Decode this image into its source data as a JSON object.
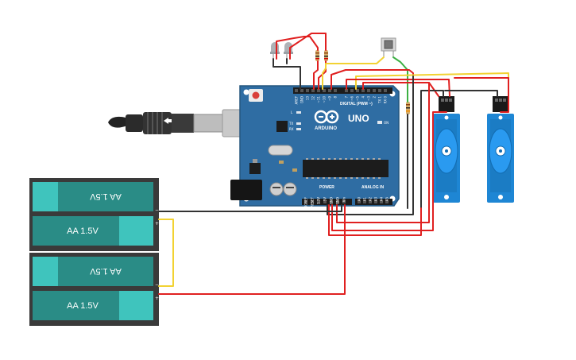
{
  "board": {
    "name": "UNO",
    "brand": "ARDUINO",
    "digital_header": "DIGITAL (PWM ~)",
    "analog_header": "ANALOG IN",
    "power_header": "POWER",
    "on_label": "ON",
    "l_label": "L",
    "tx_label": "TX",
    "rx_label": "RX",
    "digital_pins": [
      "AREF",
      "GND",
      "13",
      "12",
      "~11",
      "~10",
      "~9",
      "8",
      "7",
      "~6",
      "~5",
      "4",
      "~3",
      "2",
      "TX 1",
      "RX 0"
    ],
    "power_pins": [
      "IOREF",
      "RESET",
      "3.3V",
      "5V",
      "GND",
      "GND",
      "Vin"
    ],
    "analog_pins": [
      "A0",
      "A1",
      "A2",
      "A3",
      "A4",
      "A5"
    ],
    "color": "#2f6da3"
  },
  "batteries": [
    {
      "label": "AA 1.5V",
      "orientation": "flipped"
    },
    {
      "label": "AA 1.5V",
      "orientation": "normal"
    },
    {
      "label": "AA 1.5V",
      "orientation": "flipped"
    },
    {
      "label": "AA 1.5V",
      "orientation": "normal"
    }
  ],
  "colors": {
    "battery_cell": "#2a8c86",
    "battery_cap": "#3fc4bd",
    "holder": "#3a3a3a",
    "servo": "#1e86d4",
    "wire_red": "#e02020",
    "wire_black": "#333333",
    "wire_yellow": "#f2d232",
    "wire_green": "#3cb043"
  },
  "components": {
    "leds": 2,
    "resistors": 3,
    "pushbuttons": 1,
    "servos": 2
  }
}
